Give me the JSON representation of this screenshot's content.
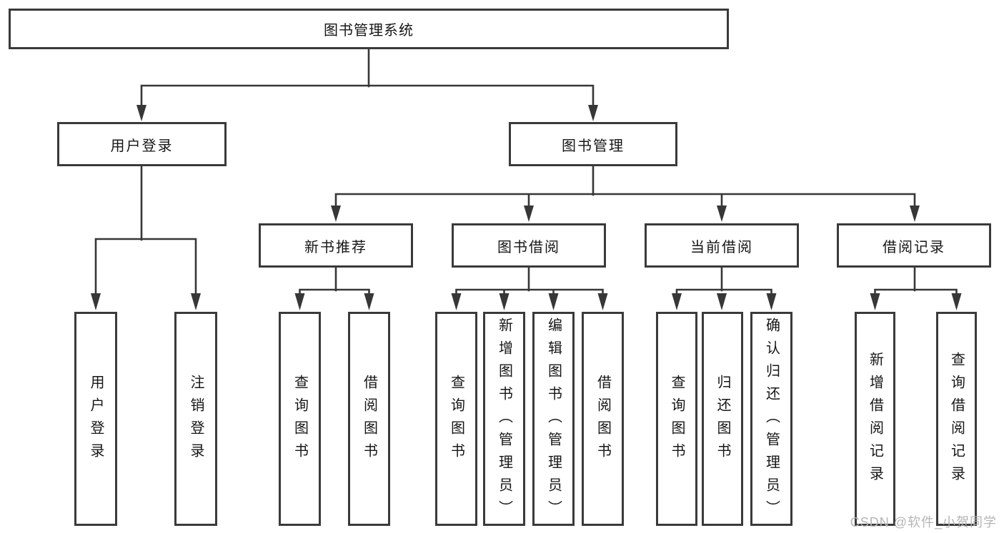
{
  "diagram": {
    "root": "图书管理系统",
    "branches": {
      "user_login": {
        "label": "用户登录",
        "children": [
          "用户登录",
          "注销登录"
        ]
      },
      "book_management": {
        "label": "图书管理",
        "sections": {
          "new_book": {
            "label": "新书推荐",
            "children": [
              "查询图书",
              "借阅图书"
            ]
          },
          "borrow": {
            "label": "图书借阅",
            "children": [
              "查询图书",
              "新增图书（管理员）",
              "编辑图书（管理员）",
              "借阅图书"
            ]
          },
          "current": {
            "label": "当前借阅",
            "children": [
              "查询图书",
              "归还图书",
              "确认归还（管理员）"
            ]
          },
          "records": {
            "label": "借阅记录",
            "children": [
              "新增借阅记录",
              "查询借阅记录"
            ]
          }
        }
      }
    }
  },
  "watermark": "CSDN @软件_小贺同学",
  "colors": {
    "line": "#373737",
    "border": "#3a3a3a",
    "text": "#161616",
    "watermark": "#b5b5b5",
    "background": "#ffffff"
  }
}
